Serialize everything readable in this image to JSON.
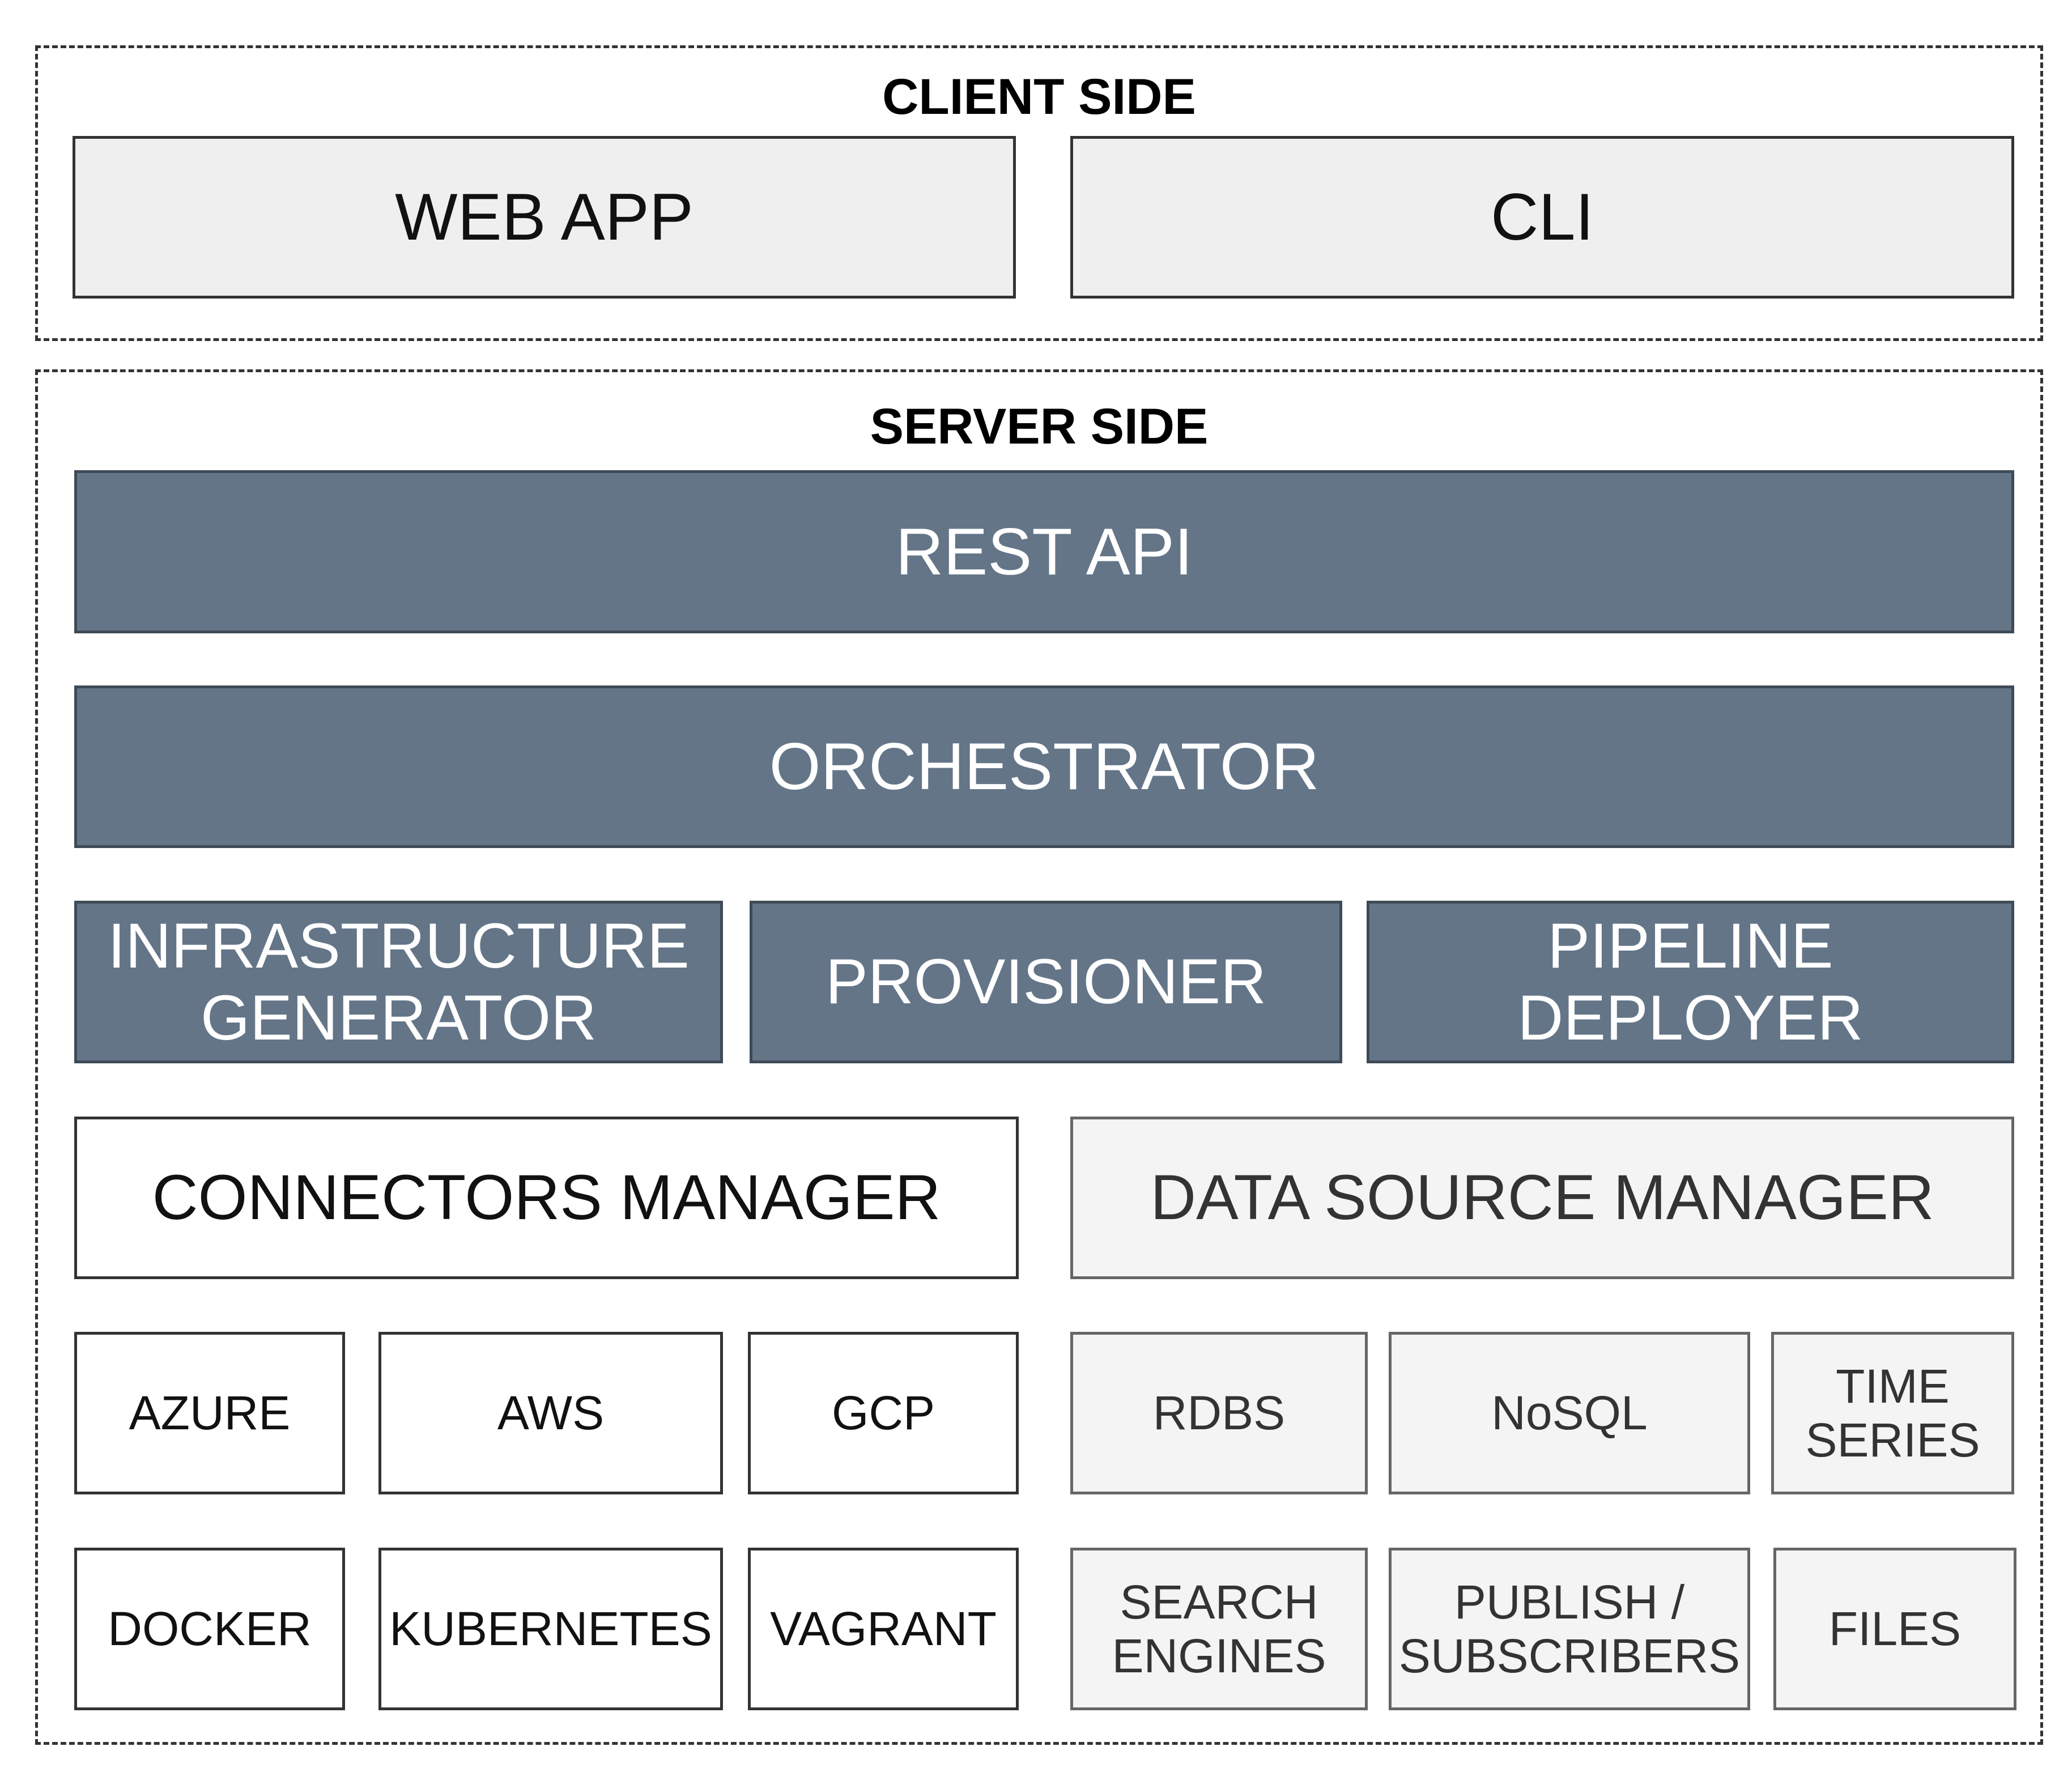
{
  "client_side": {
    "title": "CLIENT SIDE",
    "web_app": "WEB APP",
    "cli": "CLI"
  },
  "server_side": {
    "title": "SERVER SIDE",
    "rest_api": "REST API",
    "orchestrator": "ORCHESTRATOR",
    "infrastructure_generator": [
      "INFRASTRUCTURE",
      "GENERATOR"
    ],
    "provisioner": "PROVISIONER",
    "pipeline_deployer": [
      "PIPELINE",
      "DEPLOYER"
    ],
    "connectors_manager": "CONNECTORS MANAGER",
    "data_source_manager": "DATA SOURCE MANAGER",
    "connectors": [
      "AZURE",
      "AWS",
      "GCP",
      "DOCKER",
      "KUBERNETES",
      "VAGRANT"
    ],
    "data_sources": {
      "rdbs": "RDBS",
      "nosql": "NoSQL",
      "time_series": [
        "TIME",
        "SERIES"
      ],
      "search_engines": [
        "SEARCH",
        "ENGINES"
      ],
      "publish_subscribers": [
        "PUBLISH /",
        "SUBSCRIBERS"
      ],
      "files": "FILES"
    }
  },
  "colors": {
    "dark_box": "#647588",
    "light_box": "#efefef",
    "pale_box": "#f4f4f4",
    "white_box": "#ffffff"
  }
}
